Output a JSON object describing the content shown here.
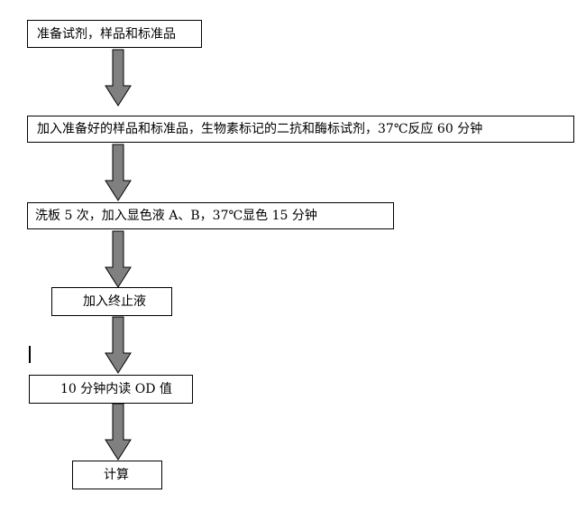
{
  "flowchart": {
    "steps": [
      {
        "text": "准备试剂，样品和标准品"
      },
      {
        "text": "加入准备好的样品和标准品，生物素标记的二抗和酶标试剂，37℃反应 60 分钟"
      },
      {
        "text": "洗板 5 次，加入显色液 A、B，37℃显色 15 分钟"
      },
      {
        "text": "加入终止液"
      },
      {
        "text": "10 分钟内读 OD 值"
      },
      {
        "text": "计算"
      }
    ],
    "arrow_color": "#808080"
  }
}
